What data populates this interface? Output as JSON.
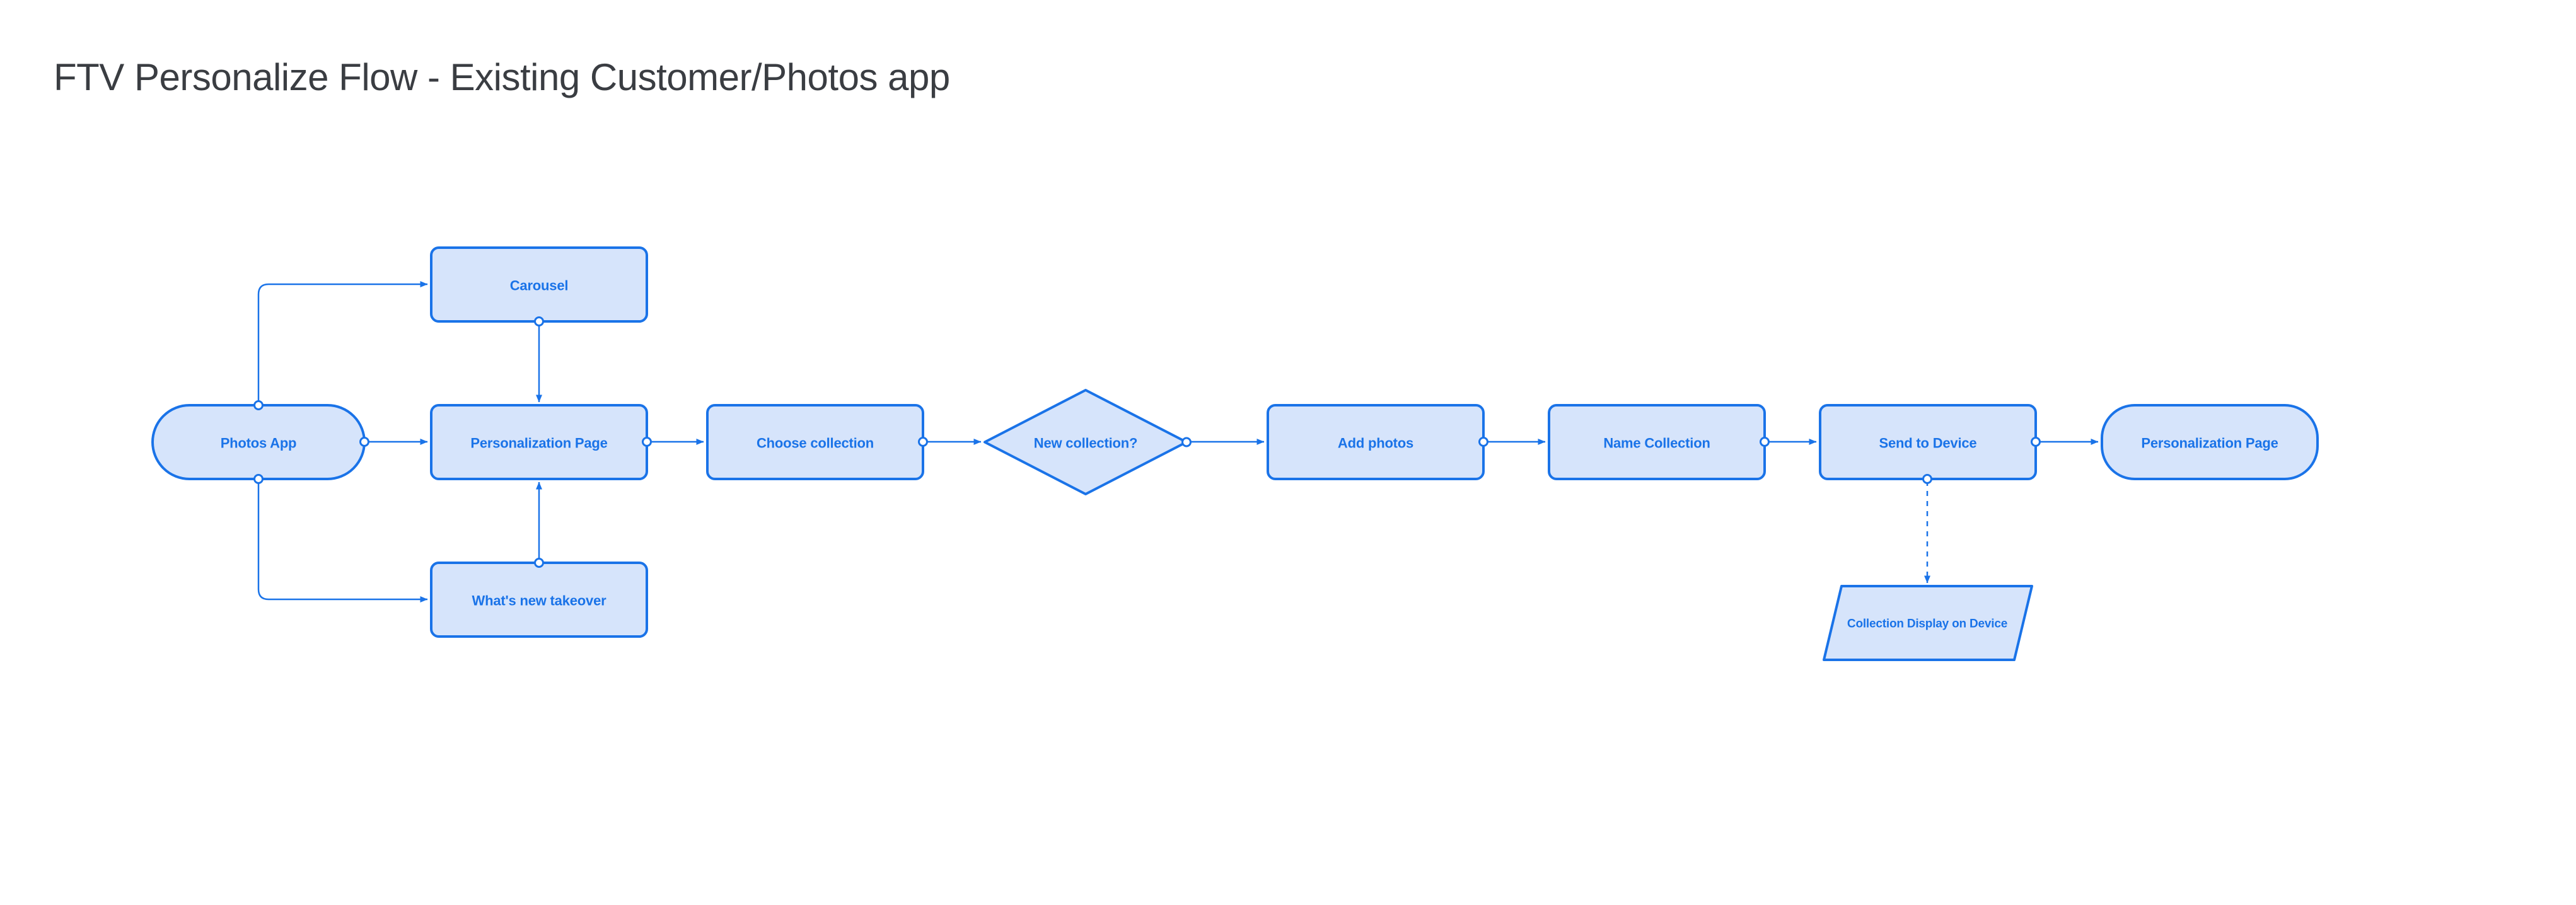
{
  "title": "FTV Personalize Flow - Existing Customer/Photos app",
  "theme": {
    "canvas_background": "#ffffff",
    "node_fill": "#d6e4fb",
    "node_stroke": "#1a73e8",
    "label_color": "#1a73e8",
    "title_color": "#3a3d42"
  },
  "nodes": [
    {
      "id": "photos-app",
      "shape": "terminator",
      "label": "Photos App"
    },
    {
      "id": "carousel",
      "shape": "process",
      "label": "Carousel"
    },
    {
      "id": "personalization-page",
      "shape": "process",
      "label": "Personalization Page"
    },
    {
      "id": "whats-new-takeover",
      "shape": "process",
      "label": "What's new takeover"
    },
    {
      "id": "choose-collection",
      "shape": "process",
      "label": "Choose collection"
    },
    {
      "id": "new-collection",
      "shape": "decision",
      "label": "New collection?"
    },
    {
      "id": "add-photos",
      "shape": "process",
      "label": "Add photos"
    },
    {
      "id": "name-collection",
      "shape": "process",
      "label": "Name Collection"
    },
    {
      "id": "send-to-device",
      "shape": "process",
      "label": "Send to Device"
    },
    {
      "id": "personalization-page-end",
      "shape": "terminator",
      "label": "Personalization Page"
    },
    {
      "id": "collection-display-on-device",
      "shape": "parallelogram",
      "label": "Collection Display on Device"
    }
  ],
  "edges": [
    {
      "from": "photos-app",
      "to": "carousel",
      "style": "solid"
    },
    {
      "from": "photos-app",
      "to": "personalization-page",
      "style": "solid"
    },
    {
      "from": "photos-app",
      "to": "whats-new-takeover",
      "style": "solid"
    },
    {
      "from": "carousel",
      "to": "personalization-page",
      "style": "solid"
    },
    {
      "from": "whats-new-takeover",
      "to": "personalization-page",
      "style": "solid"
    },
    {
      "from": "personalization-page",
      "to": "choose-collection",
      "style": "solid"
    },
    {
      "from": "choose-collection",
      "to": "new-collection",
      "style": "solid"
    },
    {
      "from": "new-collection",
      "to": "add-photos",
      "style": "solid"
    },
    {
      "from": "add-photos",
      "to": "name-collection",
      "style": "solid"
    },
    {
      "from": "name-collection",
      "to": "send-to-device",
      "style": "solid"
    },
    {
      "from": "send-to-device",
      "to": "personalization-page-end",
      "style": "solid"
    },
    {
      "from": "send-to-device",
      "to": "collection-display-on-device",
      "style": "dashed"
    }
  ]
}
